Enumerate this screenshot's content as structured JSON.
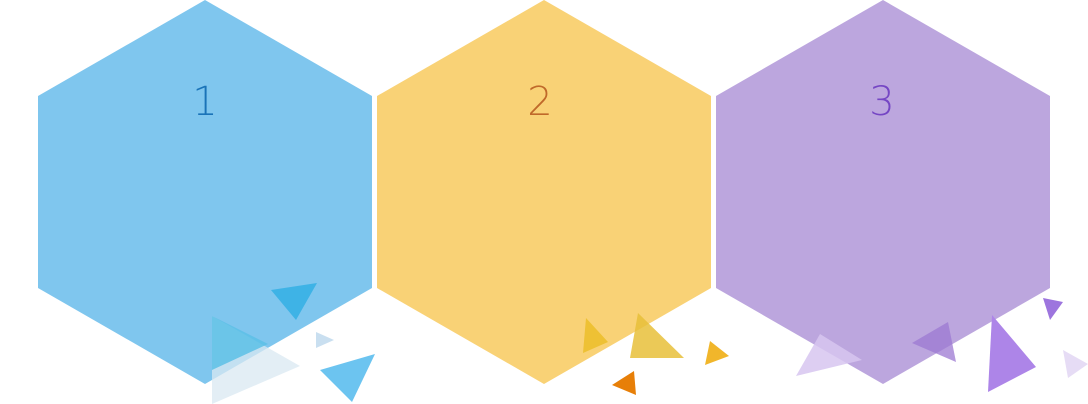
{
  "steps": [
    {
      "number": "1",
      "fill": "#7fc6ee",
      "text_color": "#1a73b8"
    },
    {
      "number": "2",
      "fill": "#f9d276",
      "text_color": "#c0692a"
    },
    {
      "number": "3",
      "fill": "#bca6de",
      "text_color": "#7546c4"
    }
  ]
}
